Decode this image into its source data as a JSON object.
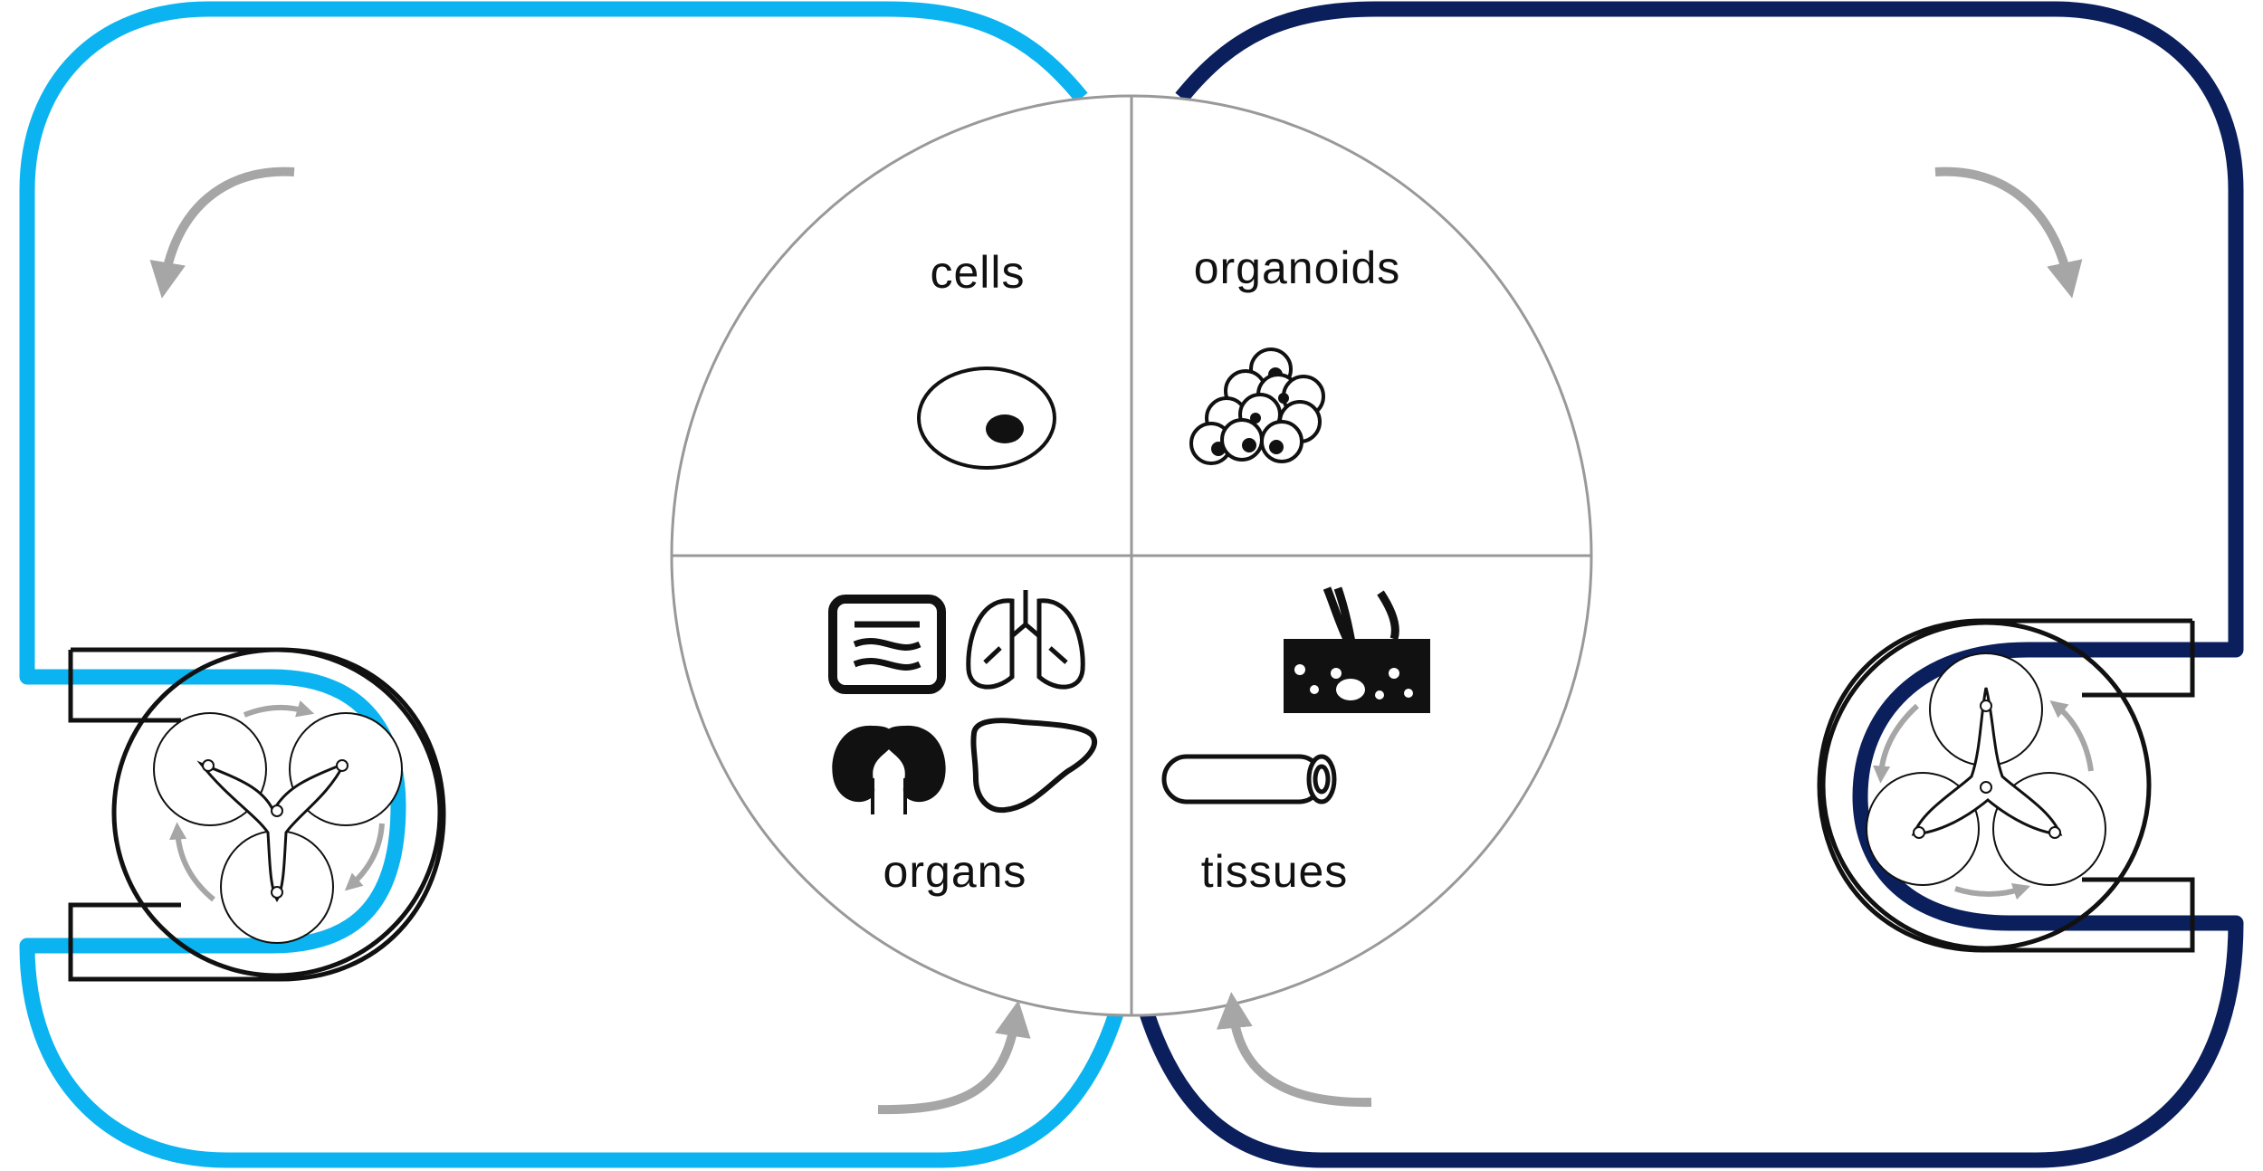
{
  "colors": {
    "left_loop": "#0BB4F0",
    "right_loop": "#0A1F5C",
    "circle_line": "#999999",
    "arrow": "#A6A6A6",
    "ink": "#111111",
    "background": "#FFFFFF"
  },
  "quadrants": {
    "top_left": {
      "label": "cells",
      "icon": "cell-icon"
    },
    "top_right": {
      "label": "organoids",
      "icon": "organoid-cluster-icon"
    },
    "bottom_left": {
      "label": "organs",
      "icons": [
        "intestine-icon",
        "lungs-icon",
        "kidneys-icon",
        "liver-icon"
      ]
    },
    "bottom_right": {
      "label": "tissues",
      "icons": [
        "skin-tissue-icon",
        "vessel-tube-icon"
      ]
    }
  },
  "pumps": {
    "left": {
      "icon": "peristaltic-pump-icon",
      "rotation": "clockwise"
    },
    "right": {
      "icon": "peristaltic-pump-icon",
      "rotation": "counter-clockwise"
    }
  },
  "flow_arrows": [
    "flow-arrow-icon",
    "flow-arrow-icon",
    "flow-arrow-icon",
    "flow-arrow-icon"
  ]
}
